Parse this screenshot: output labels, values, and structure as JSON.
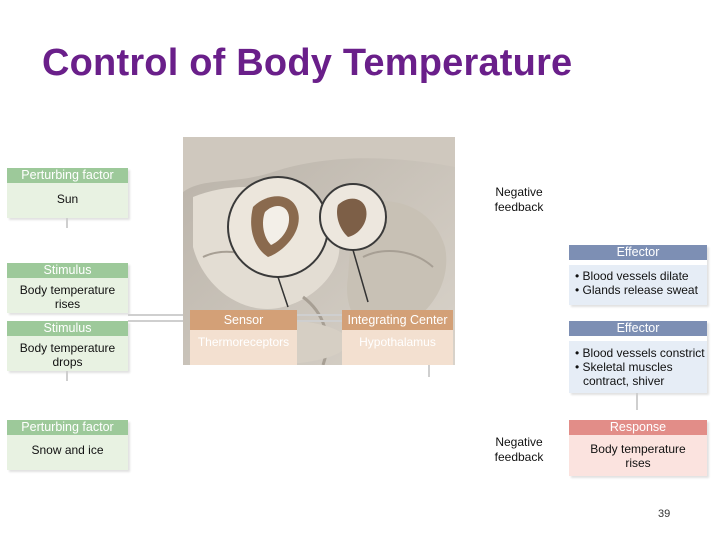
{
  "title": "Control of Body Temperature",
  "perturbing_top": {
    "header": "Perturbing factor",
    "text": "Sun"
  },
  "stimulus_rise": {
    "header": "Stimulus",
    "text": "Body temperature rises"
  },
  "stimulus_drop": {
    "header": "Stimulus",
    "text": "Body temperature drops"
  },
  "perturbing_bottom": {
    "header": "Perturbing factor",
    "text": "Snow and ice"
  },
  "sensor": {
    "header": "Sensor",
    "text": "Thermoreceptors"
  },
  "integrating": {
    "header": "Integrating Center",
    "text": "Hypothalamus"
  },
  "feedback_top": "Negative feedback",
  "feedback_bottom": "Negative feedback",
  "effector_top": {
    "header": "Effector",
    "lines": [
      "• Blood vessels dilate",
      "• Glands release sweat"
    ]
  },
  "effector_bottom": {
    "header": "Effector",
    "lines": [
      "• Blood vessels constrict",
      "• Skeletal muscles",
      "contract, shiver"
    ]
  },
  "response": {
    "header": "Response",
    "text": "Body temperature rises"
  },
  "page_number": "39",
  "colors": {
    "title": "#6a1f8a",
    "green": "#9dc99a",
    "blue": "#7d8fb4",
    "pink": "#e28d88",
    "tan": "#d3a077"
  }
}
